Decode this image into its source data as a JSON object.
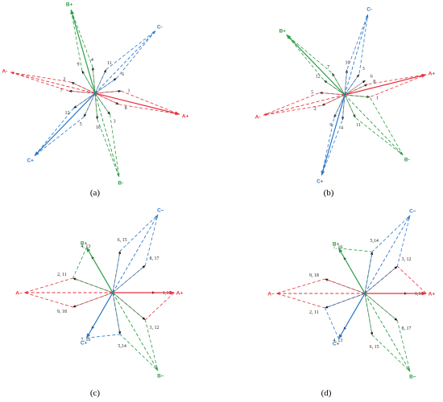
{
  "colors": {
    "A": "#e8303a",
    "B": "#2a9e45",
    "C": "#2d79c7",
    "gray": "#8a8a8a",
    "black": "#111111"
  },
  "panels": [
    {
      "caption": "(a)",
      "tips": [
        {
          "phase": "A",
          "label": "A+",
          "deg": -14
        },
        {
          "phase": "A",
          "label": "A-",
          "deg": 166
        },
        {
          "phase": "B",
          "label": "B+",
          "deg": 106
        },
        {
          "phase": "B",
          "label": "B-",
          "deg": -74
        },
        {
          "phase": "C",
          "label": "C-",
          "deg": 46
        },
        {
          "phase": "C",
          "label": "C+",
          "deg": -134
        }
      ],
      "slots": [
        {
          "label": "1",
          "deg": 5
        },
        {
          "label": "2",
          "deg": 155
        },
        {
          "label": "3",
          "deg": -55
        },
        {
          "label": "4",
          "deg": 95
        },
        {
          "label": "5",
          "deg": -115
        },
        {
          "label": "6",
          "deg": 35
        },
        {
          "label": "7",
          "deg": 175
        },
        {
          "label": "8",
          "deg": -25
        },
        {
          "label": "9",
          "deg": 120
        },
        {
          "label": "10",
          "deg": -85
        },
        {
          "label": "11",
          "deg": 65
        },
        {
          "label": "12",
          "deg": -145
        }
      ]
    },
    {
      "caption": "(b)",
      "tips": [
        {
          "phase": "A",
          "label": "A+",
          "deg": 14
        },
        {
          "phase": "A",
          "label": "A-",
          "deg": 194
        },
        {
          "phase": "B",
          "label": "B+",
          "deg": 134
        },
        {
          "phase": "B",
          "label": "B-",
          "deg": -46
        },
        {
          "phase": "C",
          "label": "C-",
          "deg": 74
        },
        {
          "phase": "C",
          "label": "C+",
          "deg": -106
        }
      ],
      "slots": [
        {
          "label": "1",
          "deg": -5
        },
        {
          "label": "2",
          "deg": -155
        },
        {
          "label": "3",
          "deg": 55
        },
        {
          "label": "4",
          "deg": -95
        },
        {
          "label": "5",
          "deg": 175
        },
        {
          "label": "6",
          "deg": 35
        },
        {
          "label": "7",
          "deg": 120
        },
        {
          "label": "8",
          "deg": 25
        },
        {
          "label": "9",
          "deg": -115
        },
        {
          "label": "10",
          "deg": 85
        },
        {
          "label": "11",
          "deg": -65
        },
        {
          "label": "12",
          "deg": 145
        }
      ]
    },
    {
      "caption": "(c)",
      "tips": [
        {
          "phase": "A",
          "label": "A+",
          "deg": 0,
          "r": 0.68
        },
        {
          "phase": "A",
          "label": "A−",
          "deg": 180,
          "r": 0.98
        },
        {
          "phase": "B",
          "label": "B+",
          "deg": 120,
          "r": 0.58
        },
        {
          "phase": "B",
          "label": "B−",
          "deg": -60,
          "r": 1.0
        },
        {
          "phase": "C",
          "label": "C−",
          "deg": 60,
          "r": 1.0
        },
        {
          "phase": "C",
          "label": "C+",
          "deg": -120,
          "r": 0.58
        }
      ],
      "slots": [
        {
          "label": "1,10",
          "deg": 0
        },
        {
          "label": "2, 11",
          "deg": 160
        },
        {
          "label": "3, 12",
          "deg": -40
        },
        {
          "label": "4, 13",
          "deg": 120
        },
        {
          "label": "5,14",
          "deg": -80
        },
        {
          "label": "6, 15",
          "deg": 80
        },
        {
          "label": "7, 16",
          "deg": -120
        },
        {
          "label": "8, 17",
          "deg": 40
        },
        {
          "label": "9, 18",
          "deg": -160
        }
      ]
    },
    {
      "caption": "(d)",
      "tips": [
        {
          "phase": "A",
          "label": "A+",
          "deg": 0,
          "r": 0.68
        },
        {
          "phase": "A",
          "label": "A−",
          "deg": 180,
          "r": 0.98
        },
        {
          "phase": "B",
          "label": "B+",
          "deg": 120,
          "r": 0.58
        },
        {
          "phase": "B",
          "label": "B−",
          "deg": -60,
          "r": 1.0
        },
        {
          "phase": "C",
          "label": "C−",
          "deg": 60,
          "r": 1.0
        },
        {
          "phase": "C",
          "label": "C+",
          "deg": -120,
          "r": 0.58
        }
      ],
      "slots": [
        {
          "label": "1,10",
          "deg": 0
        },
        {
          "label": "2, 11",
          "deg": -160
        },
        {
          "label": "3, 12",
          "deg": 40
        },
        {
          "label": "4, 13",
          "deg": -120
        },
        {
          "label": "5,14",
          "deg": 80
        },
        {
          "label": "6, 15",
          "deg": -80
        },
        {
          "label": "7, 16",
          "deg": 120
        },
        {
          "label": "8, 17",
          "deg": -40
        },
        {
          "label": "9, 18",
          "deg": 160
        }
      ]
    }
  ]
}
